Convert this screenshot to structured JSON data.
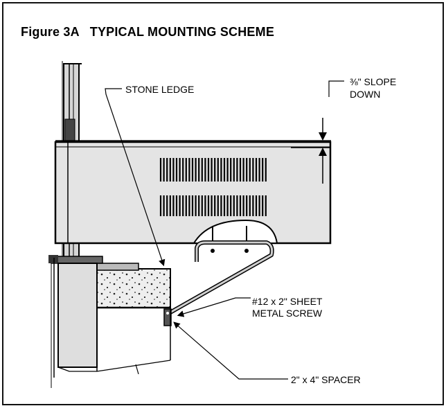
{
  "figure": {
    "title": "Figure 3A   TYPICAL MOUNTING SCHEME",
    "callouts": {
      "slope_line1": "⅜\" SLOPE",
      "slope_line2": "DOWN",
      "stone_ledge": "STONE LEDGE",
      "screw_line1": "#12 x 2\" SHEET",
      "screw_line2": "METAL SCREW",
      "spacer": "2\" x 4\" SPACER"
    }
  }
}
